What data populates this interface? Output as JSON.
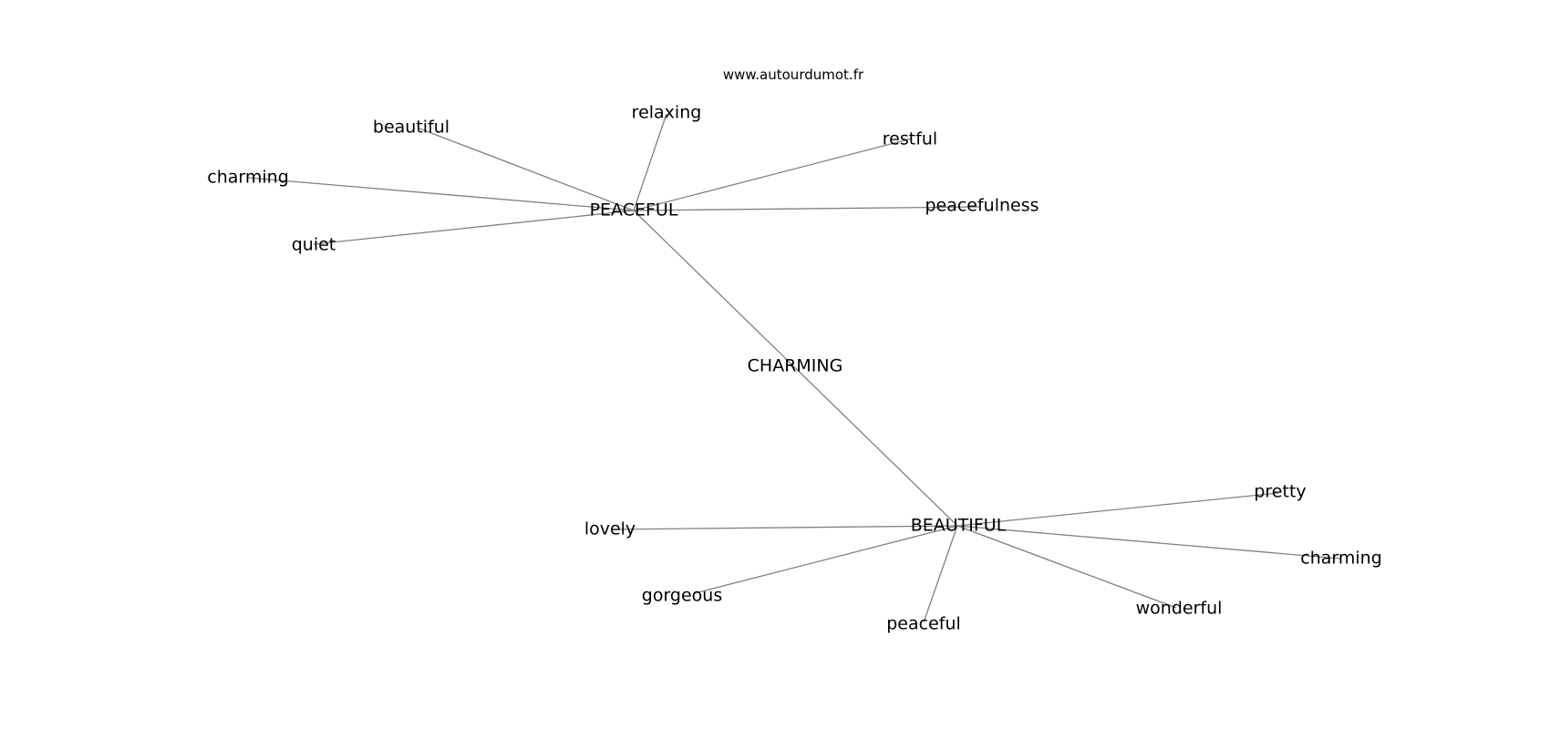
{
  "caption": "www.autourdumot.fr",
  "hub": "CHARMING",
  "clusters": [
    {
      "center": "PEACEFUL",
      "leaves": [
        "beautiful",
        "charming",
        "quiet",
        "relaxing",
        "restful",
        "peacefulness"
      ]
    },
    {
      "center": "BEAUTIFUL",
      "leaves": [
        "lovely",
        "gorgeous",
        "peaceful",
        "wonderful",
        "charming",
        "pretty"
      ]
    }
  ],
  "colors": {
    "edge": "#808080",
    "text": "#000000",
    "background": "#ffffff"
  }
}
